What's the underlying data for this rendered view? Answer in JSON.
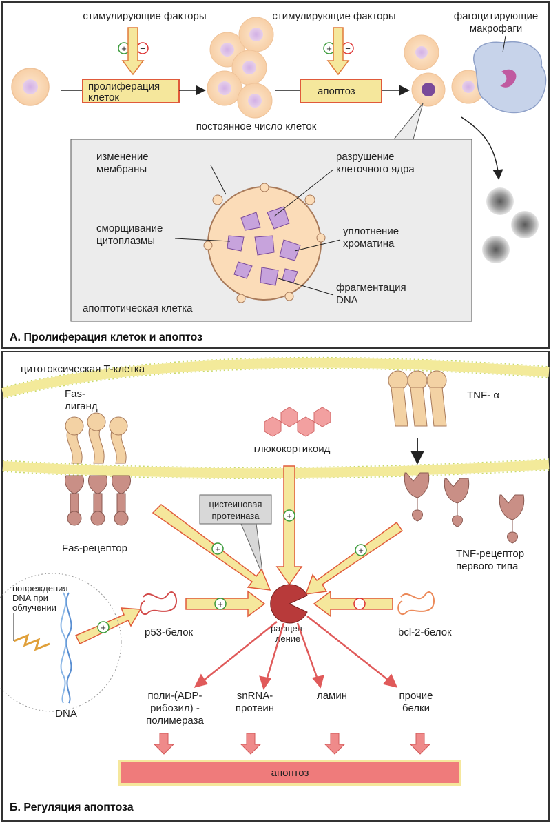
{
  "colors": {
    "panel_border": "#333333",
    "inset_bg": "#ececec",
    "cell_fill": "#fbe0c2",
    "cell_stroke": "#e8b88a",
    "nucleus": "#d9b3e0",
    "arrow_yellow": "#f5e79c",
    "arrow_red": "#e05a5a",
    "membrane": "#f3ea9a",
    "receptor": "#c98f86",
    "ligand": "#f3d2a4",
    "protease": "#b83a3a",
    "apoptosis_bar": "#ef7b7b"
  },
  "panel_a": {
    "top_factor_left": "стимулирующие факторы",
    "top_factor_right": "стимулирующие факторы",
    "macrophage": [
      "фагоцитирующие",
      "макрофаги"
    ],
    "prolif_box": [
      "пролиферация",
      "клеток"
    ],
    "apoptosis_box": "апоптоз",
    "constant_number": "постоянное число клеток",
    "inset": {
      "membrane_change": [
        "изменение",
        "мембраны"
      ],
      "nucleus_destruction": [
        "разрушение",
        "клеточного ядра"
      ],
      "cytoplasm_shrink": [
        "сморщивание",
        "цитоплазмы"
      ],
      "chromatin": [
        "уплотнение",
        "хроматина"
      ],
      "dna_frag": [
        "фрагментация",
        "DNA"
      ],
      "apoptotic_cell": "апоптотическая клетка"
    },
    "title": "А. Пролиферация клеток и апоптоз"
  },
  "panel_b": {
    "tcell": "цитотоксическая Т-клетка",
    "fas_ligand": [
      "Fas-",
      "лиганд"
    ],
    "glucocorticoid": "глюкокортикоид",
    "tnf_alpha": "TNF- α",
    "cysteine_protease": [
      "цистеиновая",
      "протеиназа"
    ],
    "fas_receptor": "Fas-рецептор",
    "tnf_receptor": [
      "TNF-рецептор",
      "первого типа"
    ],
    "dna_damage": [
      "повреждения",
      "DNA при",
      "облучении"
    ],
    "p53": "p53-белок",
    "cleavage": [
      "расщеп-",
      "ление"
    ],
    "bcl2": "bcl-2-белок",
    "dna": "DNA",
    "targets": {
      "parp": [
        "поли-(ADP-",
        "рибозил) -",
        "полимераза"
      ],
      "snrna": [
        "snRNA-",
        "протеин"
      ],
      "lamin": "ламин",
      "other": [
        "прочие",
        "белки"
      ]
    },
    "apoptosis_bar": "апоптоз",
    "title": "Б. Регуляция апоптоза"
  },
  "signs": {
    "plus": "+",
    "minus": "−"
  }
}
